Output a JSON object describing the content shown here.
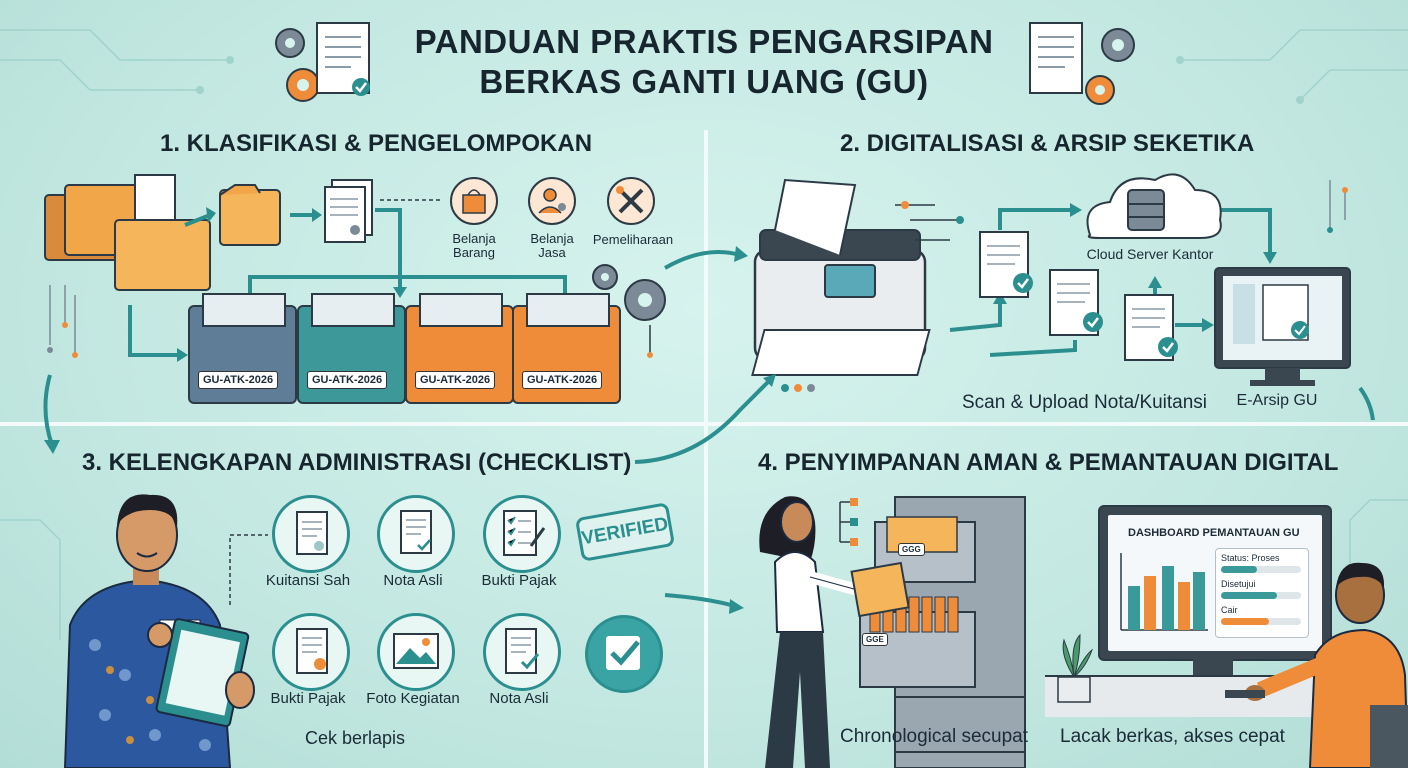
{
  "header": {
    "title_line1": "PANDUAN PRAKTIS PENGARSIPAN",
    "title_line2": "BERKAS GANTI UANG (GU)"
  },
  "section1": {
    "title": "1. KLASIFIKASI & PENGELOMPOKAN",
    "categories": [
      {
        "label": "Belanja\nBarang",
        "icon": "shopping-bag-icon"
      },
      {
        "label": "Belanja\nJasa",
        "icon": "person-gear-icon"
      },
      {
        "label": "Pemeliharaan",
        "icon": "tools-icon"
      }
    ],
    "boxes": [
      "GU-ATK-2026",
      "GU-ATK-2026",
      "GU-ATK-2026",
      "GU-ATK-2026"
    ]
  },
  "section2": {
    "title": "2. DIGITALISASI & ARSIP SEKETIKA",
    "cloud_label": "Cloud Server Kantor",
    "scan_label": "Scan & Upload Nota/Kuitansi",
    "earsip_label": "E-Arsip GU"
  },
  "section3": {
    "title": "3. KELENGKAPAN ADMINISTRASI (CHECKLIST)",
    "items": [
      {
        "label": "Kuitansi Sah",
        "icon": "receipt-icon"
      },
      {
        "label": "Nota Asli",
        "icon": "invoice-icon"
      },
      {
        "label": "Bukti Pajak",
        "icon": "tax-checklist-icon"
      },
      {
        "label": "Bukti Pajak",
        "icon": "tax-certificate-icon"
      },
      {
        "label": "Foto Kegiatan",
        "icon": "photo-icon"
      },
      {
        "label": "Nota Asli",
        "icon": "invoice-check-icon"
      }
    ],
    "stamp": "VERIFIED",
    "footer": "Cek berlapis"
  },
  "section4": {
    "title": "4. PENYIMPANAN AMAN & PEMANTAUAN DIGITAL",
    "dashboard_title": "DASHBOARD PEMANTAUAN GU",
    "status_items": [
      {
        "label": "Status: Proses",
        "progress": 0.45,
        "color": "#3a9a9a"
      },
      {
        "label": "Disetujui",
        "progress": 0.7,
        "color": "#3a9a9a"
      },
      {
        "label": "Cair",
        "progress": 0.6,
        "color": "#ef8c3a"
      }
    ],
    "caption_left": "Chronological secupat",
    "caption_right": "Lacak berkas, akses cepat",
    "drawer_labels": [
      "GGG",
      "GGE"
    ]
  },
  "colors": {
    "teal": "#2b8f8f",
    "orange": "#ef8c3a",
    "background": "#c9ece6"
  }
}
